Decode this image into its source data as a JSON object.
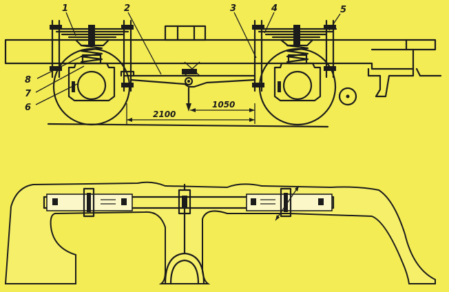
{
  "labels": {
    "l1": "1",
    "l2": "2",
    "l3": "3",
    "l4": "4",
    "l5": "5",
    "l6": "6",
    "l7": "7",
    "l8": "8"
  },
  "dimensions": {
    "d2100": "2100",
    "d1050": "1050"
  },
  "colors": {
    "background": "#f3ec55",
    "line": "#1b1b1b"
  }
}
